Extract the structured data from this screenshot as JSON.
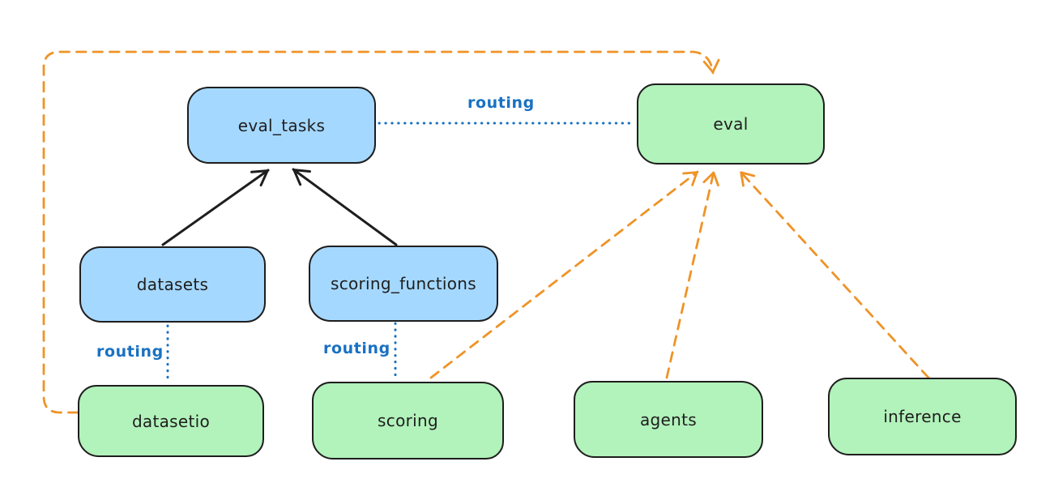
{
  "diagram": {
    "title": "eval routing architecture diagram",
    "colors": {
      "canvas_bg": "#ffffff",
      "blue_box_fill": "#a5d8ff",
      "green_box_fill": "#b2f2bb",
      "box_border": "#1e1e1e",
      "black_arrow": "#1e1e1e",
      "routing_blue": "#1971c2",
      "orange_dash": "#ef9327"
    },
    "nodes": [
      {
        "id": "eval_tasks",
        "label": "eval_tasks",
        "kind": "blue-api"
      },
      {
        "id": "eval",
        "label": "eval",
        "kind": "green-provider"
      },
      {
        "id": "datasets",
        "label": "datasets",
        "kind": "blue-api"
      },
      {
        "id": "scoring_functions",
        "label": "scoring_functions",
        "kind": "blue-api"
      },
      {
        "id": "datasetio",
        "label": "datasetio",
        "kind": "green-provider"
      },
      {
        "id": "scoring",
        "label": "scoring",
        "kind": "green-provider"
      },
      {
        "id": "agents",
        "label": "agents",
        "kind": "green-provider"
      },
      {
        "id": "inference",
        "label": "inference",
        "kind": "green-provider"
      }
    ],
    "edges": [
      {
        "from": "datasets",
        "to": "eval_tasks",
        "style": "solid-black-arrow"
      },
      {
        "from": "scoring_functions",
        "to": "eval_tasks",
        "style": "solid-black-arrow"
      },
      {
        "from": "eval_tasks",
        "to": "eval",
        "style": "dotted-blue",
        "label": "routing"
      },
      {
        "from": "datasets",
        "to": "datasetio",
        "style": "dotted-blue",
        "label": "routing"
      },
      {
        "from": "scoring_functions",
        "to": "scoring",
        "style": "dotted-blue",
        "label": "routing"
      },
      {
        "from": "scoring",
        "to": "eval",
        "style": "dashed-orange-arrow"
      },
      {
        "from": "agents",
        "to": "eval",
        "style": "dashed-orange-arrow"
      },
      {
        "from": "inference",
        "to": "eval",
        "style": "dashed-orange-arrow"
      },
      {
        "from": "datasetio",
        "to": "eval",
        "style": "dashed-orange-arrow",
        "route": "around-top-left"
      }
    ],
    "routing_labels": [
      {
        "id": "routing-eval-tasks-eval",
        "text": "routing"
      },
      {
        "id": "routing-datasets-datasetio",
        "text": "routing"
      },
      {
        "id": "routing-scoring-functions-scoring",
        "text": "routing"
      }
    ]
  }
}
